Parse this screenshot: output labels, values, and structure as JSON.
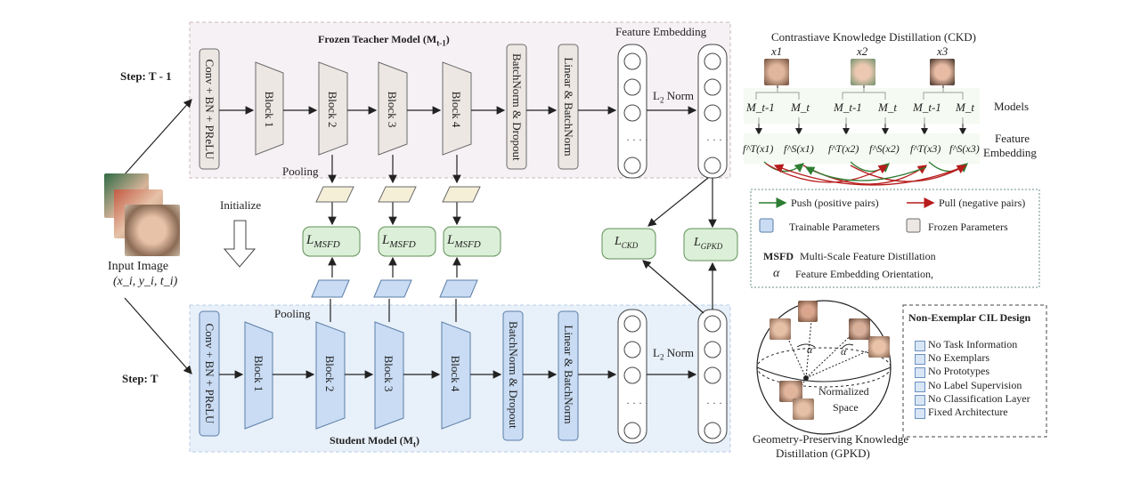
{
  "colors": {
    "teacher_bg": "#f6f1f4",
    "student_bg": "#e8f0fa",
    "frozen_block": "#ece7e3",
    "trainable_block": "#c9dcf4",
    "loss_fill": "#dcefd8",
    "loss_stroke": "#5f8f57",
    "push_arrow": "#2e7d32",
    "pull_arrow": "#b71c1c"
  },
  "steps": {
    "prev": "Step: T - 1",
    "curr": "Step: T"
  },
  "input": {
    "line1": "Input Image",
    "line2": "(x_i, y_i, t_i)"
  },
  "initialize": "Initialize",
  "teacher": {
    "title": "Frozen Teacher Model (M",
    "title_sub": "t-1",
    "title_close": ")",
    "conv": "Conv + BN + PReLU",
    "blocks": [
      "Block 1",
      "Block 2",
      "Block 3",
      "Block 4"
    ],
    "bn_dropout": "BatchNorm & Dropout",
    "linear": "Linear & BatchNorm",
    "feature_embedding": "Feature Embedding",
    "l2norm": "L",
    "l2norm_sub": "2",
    "l2norm_rest": " Norm",
    "pooling": "Pooling"
  },
  "student": {
    "title": "Student Model (M",
    "title_sub": "t",
    "title_close": ")",
    "conv": "Conv + BN + PReLU",
    "blocks": [
      "Block 1",
      "Block 2",
      "Block 3",
      "Block 4"
    ],
    "bn_dropout": "BatchNorm & Dropout",
    "linear": "Linear & BatchNorm",
    "l2norm": "L",
    "l2norm_sub": "2",
    "l2norm_rest": " Norm",
    "pooling": "Pooling"
  },
  "losses": {
    "msfd": "L",
    "msfd_sub": "MSFD",
    "ckd": "L",
    "ckd_sub": "CKD",
    "gpkd": "L",
    "gpkd_sub": "GPKD"
  },
  "ckd": {
    "title": "Contrastiave Knowledge Distillation (CKD)",
    "samples": [
      "x1",
      "x2",
      "x3"
    ],
    "models_label": "Models",
    "models": [
      "M_t-1",
      "M_t",
      "M_t-1",
      "M_t",
      "M_t-1",
      "M_t"
    ],
    "features": [
      "f^T(x1)",
      "f^S(x1)",
      "f^T(x2)",
      "f^S(x2)",
      "f^T(x3)",
      "f^S(x3)"
    ],
    "feature_label_1": "Feature",
    "feature_label_2": "Embedding"
  },
  "legend": {
    "push": "Push (positive  pairs)",
    "pull": "Pull (negative pairs)",
    "trainable": "Trainable Parameters",
    "frozen": "Frozen Parameters",
    "msfd_abbr": "MSFD",
    "msfd_full": "Multi-Scale Feature Distillation",
    "alpha": "α",
    "alpha_full": "Feature Embedding Orientation,"
  },
  "gpkd": {
    "alpha": "α",
    "normalized": "Normalized",
    "space": "Space",
    "caption_1": "Geometry-Preserving Knowledge",
    "caption_2": "Distillation (GPKD)"
  },
  "noncil": {
    "title": "Non-Exemplar CIL  Design",
    "items": [
      "No Task Information",
      "No Exemplars",
      "No Prototypes",
      "No Label Supervision",
      "No Classification Layer",
      "Fixed Architecture"
    ]
  }
}
